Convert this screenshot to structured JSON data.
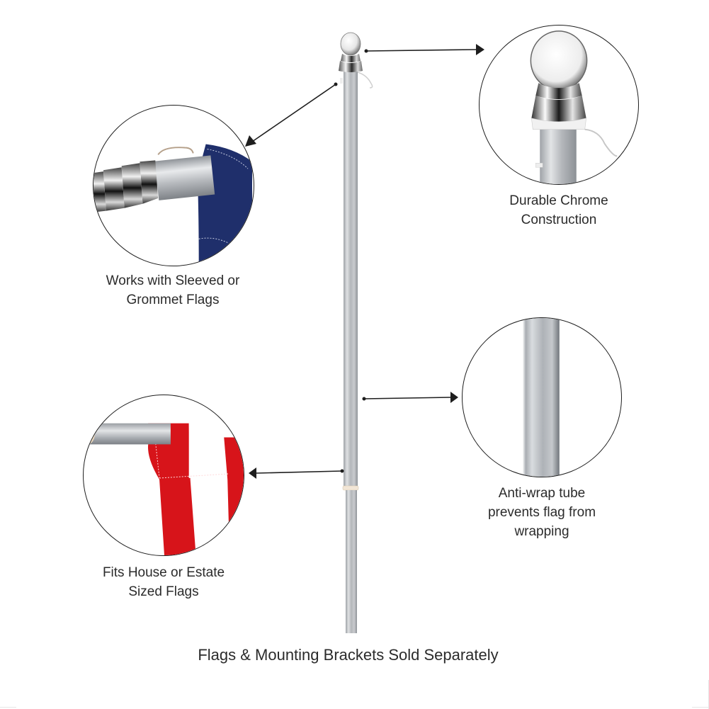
{
  "infographic": {
    "subject": "Flagpole",
    "colors": {
      "background": "#ffffff",
      "text": "#2b2b2b",
      "outline": "#1e1e1e",
      "pole_silver": "#b9bcc0",
      "chrome_highlight": "#f2f2f2",
      "flag_blue": "#1f2f6b",
      "flag_red": "#d7141a",
      "flag_white": "#ffffff"
    },
    "callouts": [
      {
        "id": "chrome-finial",
        "position": "top-right",
        "icon": "chrome-ball-finial",
        "lines": [
          "Durable Chrome",
          "Construction"
        ]
      },
      {
        "id": "sleeved-grommet",
        "position": "top-left",
        "icon": "pole-end-with-blue-flag",
        "lines": [
          "Works with Sleeved or",
          "Grommet Flags"
        ]
      },
      {
        "id": "anti-wrap",
        "position": "middle-right",
        "icon": "anti-wrap-tube",
        "lines": [
          "Anti-wrap tube",
          "prevents flag from",
          "wrapping"
        ]
      },
      {
        "id": "house-estate",
        "position": "bottom-left",
        "icon": "pole-with-red-white-flag",
        "lines": [
          "Fits House or Estate",
          "Sized Flags"
        ]
      }
    ],
    "footer": "Flags & Mounting Brackets Sold Separately"
  }
}
